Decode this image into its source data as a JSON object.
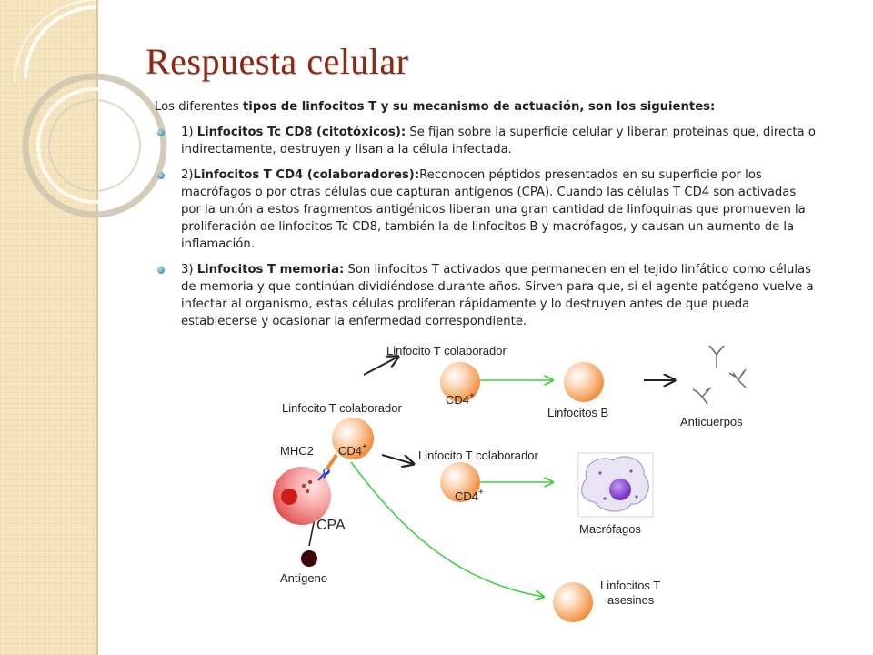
{
  "slide": {
    "title": "Respuesta celular",
    "intro": {
      "prefix": "Los diferentes ",
      "bold": "tipos de linfocitos T y su mecanismo de actuación, son los siguientes:"
    },
    "bullets": [
      {
        "prefix": "1) ",
        "bold": "Linfocitos Tc CD8 (citotóxicos):",
        "text": " Se fijan sobre la superficie celular y liberan proteínas que, directa o indirectamente, destruyen y lisan a la célula infectada."
      },
      {
        "prefix": "2)",
        "bold": "Linfocitos T CD4 (colaboradores):",
        "text": "Reconocen péptidos presentados en su superficie por los macrófagos o por otras células que capturan antígenos (CPA). Cuando las células T CD4 son activadas por la unión a estos fragmentos antigénicos liberan una gran cantidad de linfoquinas que promueven la proliferación de linfocitos Tc CD8, también la de linfocitos B y macrófagos, y causan un aumento de la inflamación."
      },
      {
        "prefix": "3) ",
        "bold": "Linfocitos T memoria:",
        "text": " Son linfocitos T activados que permanecen en el tejido linfático como células de memoria y que continúan dividiéndose durante años. Sirven para que, si el agente patógeno vuelve a infectar al organismo, estas células proliferan rápidamente y lo destruyen antes de que pueda establecerse y ocasionar la enfermedad correspondiente."
      }
    ]
  },
  "diagram": {
    "labels": {
      "top_helper": "Linfocito T colaborador",
      "center_helper": "Linfocito T colaborador",
      "right_helper": "Linfocito T colaborador",
      "cd4_top": "CD4",
      "cd4_center": "CD4",
      "cd4_right": "CD4",
      "cd4_superscript": "+",
      "mhc2": "MHC2",
      "cpa": "CPA",
      "antigen": "Antígeno",
      "b_cells": "Linfocitos B",
      "antibodies": "Anticuerpos",
      "macrophages": "Macrófagos",
      "killer_line1": "Linfocitos T",
      "killer_line2": "asesinos"
    },
    "colors": {
      "title": "#8a2a12",
      "arrow_green": "#3fd13f",
      "cell_orange": "#f39a4a",
      "cpa_red": "#e84b4b",
      "macrophage_purple": "#7a2fc6"
    },
    "icons": [
      "bullet-dot-icon",
      "antibody-icon",
      "arrow-icon"
    ]
  }
}
